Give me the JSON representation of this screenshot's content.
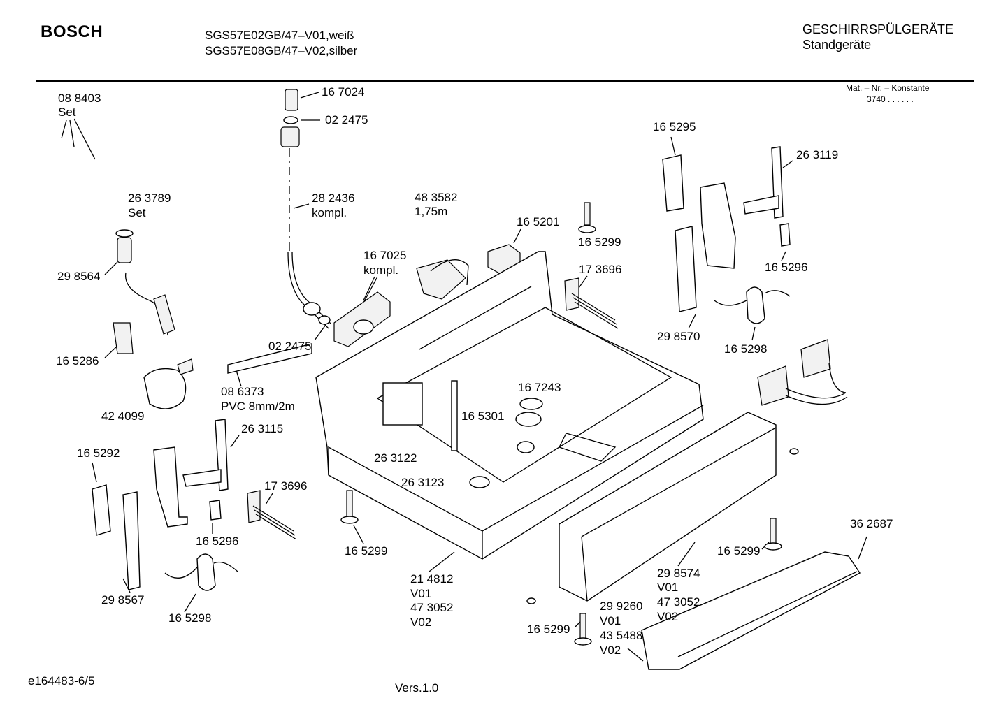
{
  "header": {
    "brand": "BOSCH",
    "model_line_1": "SGS57E02GB/47–V01,weiß",
    "model_line_2": "SGS57E08GB/47–V02,silber",
    "category": "GESCHIRRSPÜLGERÄTE",
    "subcategory": "Standgeräte",
    "mat_nr_label": "Mat. – Nr. – Konstante",
    "mat_nr_value": "3740 . . . . . ."
  },
  "footer": {
    "doc_id": "e164483-6/5",
    "version": "Vers.1.0"
  },
  "labels": [
    {
      "id": "l01",
      "text": "08 8403"
    },
    {
      "id": "l02",
      "text": "Set"
    },
    {
      "id": "l03",
      "text": "16 7024"
    },
    {
      "id": "l04",
      "text": "02 2475"
    },
    {
      "id": "l05",
      "text": "26 3789"
    },
    {
      "id": "l06",
      "text": "Set"
    },
    {
      "id": "l07",
      "text": "28 2436"
    },
    {
      "id": "l08",
      "text": "kompl."
    },
    {
      "id": "l09",
      "text": "48 3582"
    },
    {
      "id": "l10",
      "text": "1,75m"
    },
    {
      "id": "l11",
      "text": "16 5201"
    },
    {
      "id": "l12",
      "text": "16 5299"
    },
    {
      "id": "l13",
      "text": "16 5295"
    },
    {
      "id": "l14",
      "text": "26 3119"
    },
    {
      "id": "l15",
      "text": "29 8564"
    },
    {
      "id": "l16",
      "text": "16 7025"
    },
    {
      "id": "l17",
      "text": "kompl."
    },
    {
      "id": "l18",
      "text": "17 3696"
    },
    {
      "id": "l19",
      "text": "16 5296"
    },
    {
      "id": "l20",
      "text": "02 2475"
    },
    {
      "id": "l21",
      "text": "29 8570"
    },
    {
      "id": "l22",
      "text": "16 5298"
    },
    {
      "id": "l23",
      "text": "16 5286"
    },
    {
      "id": "l24",
      "text": "08 6373"
    },
    {
      "id": "l25",
      "text": "PVC 8mm/2m"
    },
    {
      "id": "l26",
      "text": "16 7243"
    },
    {
      "id": "l27",
      "text": "42 4099"
    },
    {
      "id": "l28",
      "text": "26 3115"
    },
    {
      "id": "l29",
      "text": "16 5301"
    },
    {
      "id": "l30",
      "text": "16 5292"
    },
    {
      "id": "l31",
      "text": "26 3122"
    },
    {
      "id": "l32",
      "text": "26 3123"
    },
    {
      "id": "l33",
      "text": "17 3696"
    },
    {
      "id": "l34",
      "text": "36 2687"
    },
    {
      "id": "l35",
      "text": "16 5296"
    },
    {
      "id": "l36",
      "text": "16 5299"
    },
    {
      "id": "l37",
      "text": "16 5299"
    },
    {
      "id": "l38",
      "text": "29 8574"
    },
    {
      "id": "l39",
      "text": "V01"
    },
    {
      "id": "l40",
      "text": "47 3052"
    },
    {
      "id": "l41",
      "text": "V02"
    },
    {
      "id": "l42",
      "text": "21 4812"
    },
    {
      "id": "l43",
      "text": "V01"
    },
    {
      "id": "l44",
      "text": "47 3052"
    },
    {
      "id": "l45",
      "text": "V02"
    },
    {
      "id": "l46",
      "text": "29 8567"
    },
    {
      "id": "l47",
      "text": "16 5298"
    },
    {
      "id": "l48",
      "text": "29 9260"
    },
    {
      "id": "l49",
      "text": "V01"
    },
    {
      "id": "l50",
      "text": "16 5299"
    },
    {
      "id": "l51",
      "text": "43 5488"
    },
    {
      "id": "l52",
      "text": "V02"
    }
  ]
}
